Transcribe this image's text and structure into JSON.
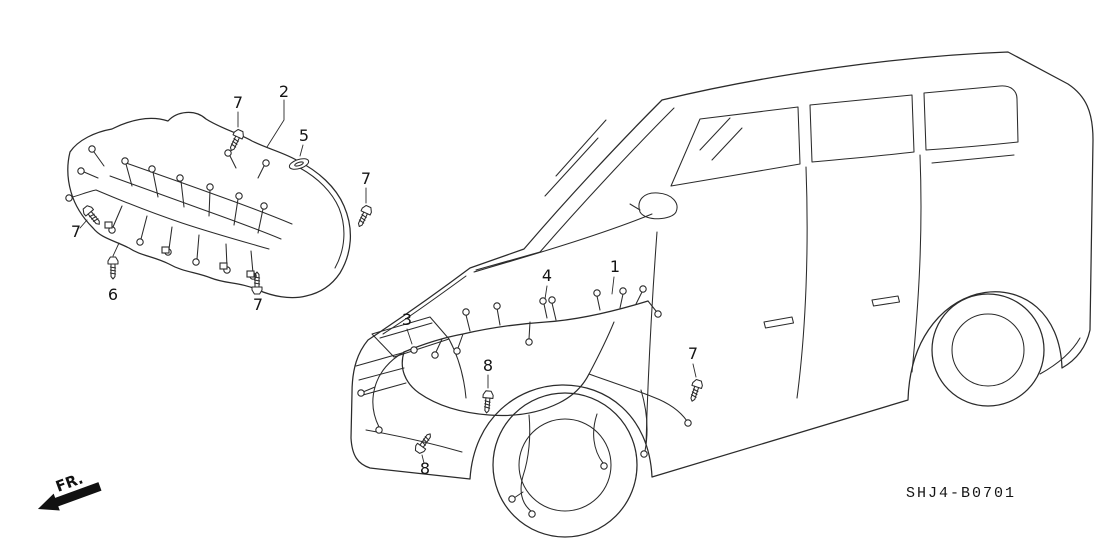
{
  "diagram": {
    "type": "wire-harness-parts-diagram",
    "subject": "minivan-three-quarter-front-view-with-wire-harness",
    "part_code": "SHJ4-B0701",
    "direction_label": "FR.",
    "colors": {
      "line": "#2b2b2b",
      "background": "#ffffff",
      "arrow_fill": "#111111"
    },
    "icons": {
      "fastener": "bolt-icon",
      "seal": "grommet-icon",
      "direction": "fr-arrow-icon"
    },
    "callouts": [
      {
        "label": "7"
      },
      {
        "label": "2"
      },
      {
        "label": "5"
      },
      {
        "label": "7"
      },
      {
        "label": "7"
      },
      {
        "label": "6"
      },
      {
        "label": "7"
      },
      {
        "label": "3"
      },
      {
        "label": "4"
      },
      {
        "label": "1"
      },
      {
        "label": "8"
      },
      {
        "label": "7"
      },
      {
        "label": "8"
      }
    ]
  }
}
